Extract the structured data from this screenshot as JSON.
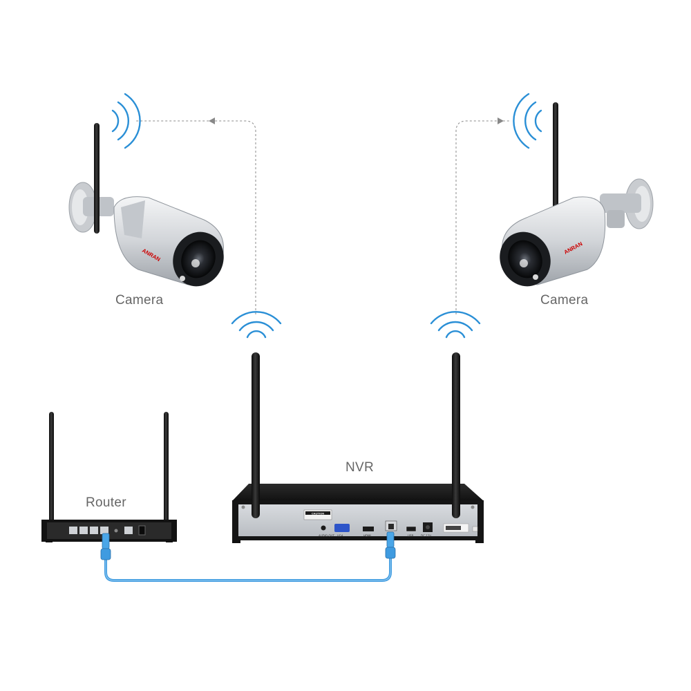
{
  "labels": {
    "camera_left": "Camera",
    "camera_right": "Camera",
    "router": "Router",
    "nvr": "NVR"
  },
  "camera": {
    "brand": "ANRAN"
  },
  "nvr_panel": {
    "caution": "CAUTION",
    "audio_out": "AUDIO OUT",
    "vga": "VGA",
    "hdmi": "HDMI",
    "usb": "USB",
    "dc": "DC 12V"
  },
  "colors": {
    "wifi_signal": "#2a8fd6",
    "cable": "#3f9be0",
    "link_line": "#888888",
    "device_body": "#1b1b1b",
    "nvr_panel": "#c9cdd2",
    "camera_body": "#d7dade"
  }
}
